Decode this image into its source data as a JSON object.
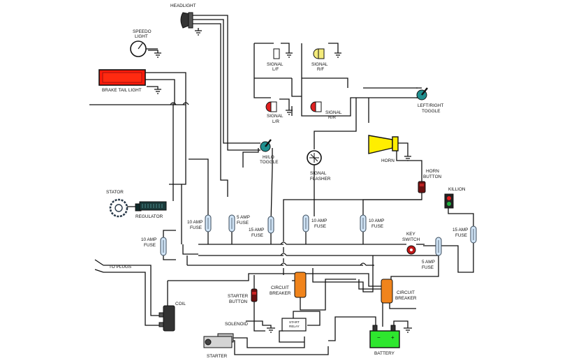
{
  "labels": {
    "headlight": "HEADLIGHT",
    "speedo_light": [
      "SPEEDO",
      "LIGHT"
    ],
    "brake_tail_light": "BRAKE TAIL LIGHT",
    "signal_lf": [
      "SIGNAL",
      "L/F"
    ],
    "signal_rf": [
      "SIGNAL",
      "R/F"
    ],
    "signal_lr": [
      "SIGNAL",
      "L/R"
    ],
    "signal_rr": [
      "SIGNAL",
      "R/R"
    ],
    "left_right_toggle": [
      "LEFT/RIGHT",
      "TOGGLE"
    ],
    "hilo_toggle": [
      "HI/LO",
      "TOGGLE"
    ],
    "signal_flasher": [
      "SIGNAL",
      "FLASHER"
    ],
    "horn": "HORN",
    "horn_button": [
      "HORN",
      "BUTTON"
    ],
    "killion": "KILLION",
    "stator": "STATOR",
    "regulator": "REGULATOR",
    "fuse_10a_1": [
      "10 AMP",
      "FUSE"
    ],
    "fuse_10a_2": [
      "10 AMP",
      "FUSE"
    ],
    "fuse_5a_1": [
      "5 AMP",
      "FUSE"
    ],
    "fuse_15a_1": [
      "15 AMP",
      "FUSE"
    ],
    "fuse_10a_3": [
      "10 AMP",
      "FUSE"
    ],
    "fuse_10a_4": [
      "10 AMP",
      "FUSE"
    ],
    "fuse_15a_2": [
      "15 AMP",
      "FUSE"
    ],
    "fuse_5a_2": [
      "5 AMP",
      "FUSE"
    ],
    "key_switch": [
      "KEY",
      "SWITCH"
    ],
    "to_plugs": "TO PLUGS",
    "coil": "COIL",
    "starter_button": [
      "STARTER",
      "BUTTON"
    ],
    "circuit_breaker_1": [
      "CIRCUIT",
      "BREAKER"
    ],
    "circuit_breaker_2": [
      "CIRCUIT",
      "BREAKER"
    ],
    "solenoid": "SOLENOID",
    "start_relay": [
      "START",
      "RELAY"
    ],
    "starter": "STARTER",
    "battery": "BATTERY"
  },
  "colors": {
    "wire": "#111111",
    "brake_light": "#ff1a0a",
    "horn": "#ffee00",
    "signal_front": "#f3ea7a",
    "signal_rear": "#e02020",
    "circuit_breaker": "#f0841c",
    "battery": "#2ee62e",
    "toggle": "#1f8f8f",
    "killion_red": "#e02020",
    "killion_green": "#20b040"
  }
}
